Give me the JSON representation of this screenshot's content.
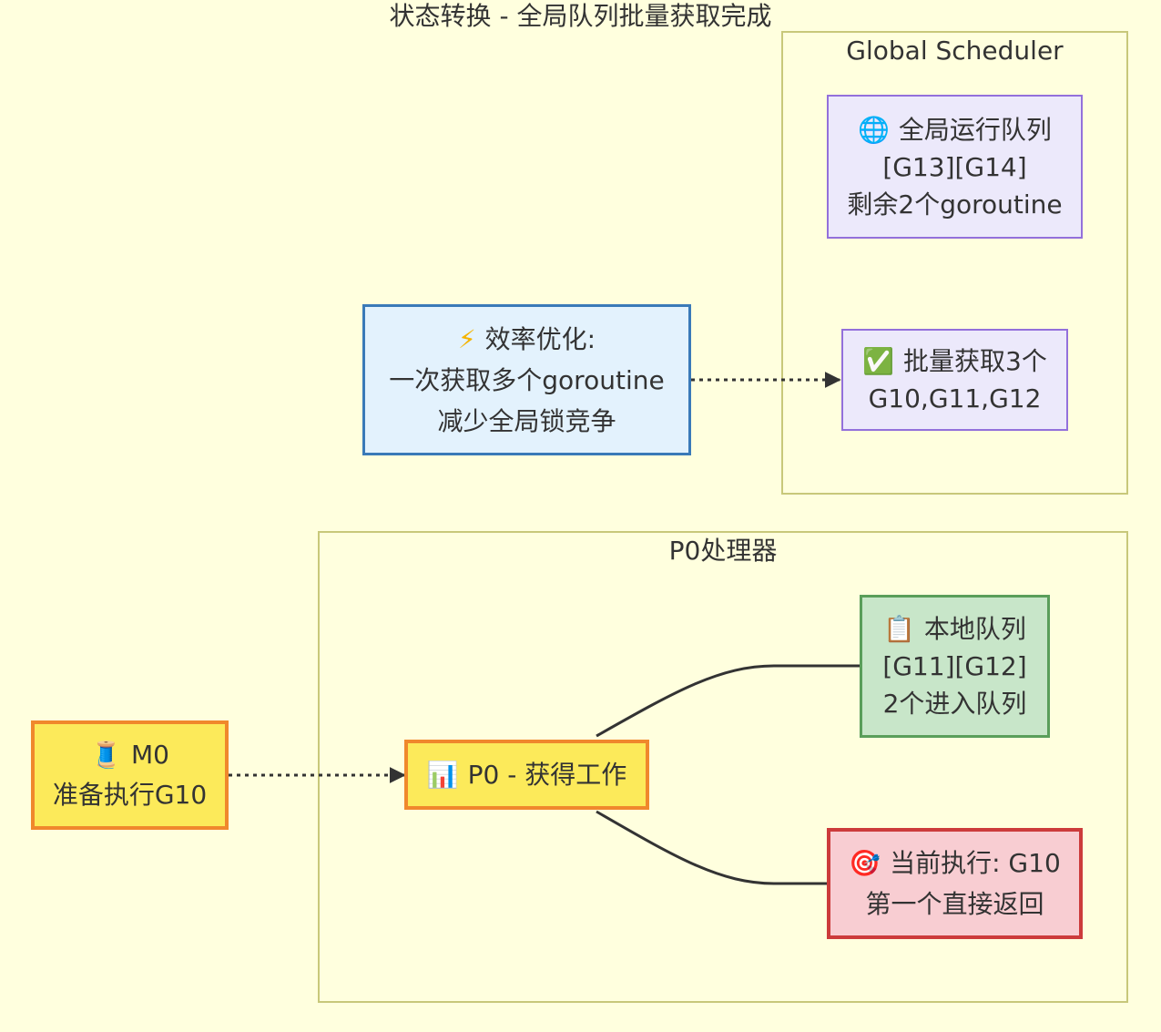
{
  "title": "状态转换 - 全局队列批量获取完成",
  "clusters": {
    "global": {
      "label": "Global Scheduler"
    },
    "p0": {
      "label": "P0处理器"
    }
  },
  "nodes": {
    "global_queue": {
      "icon": "🌐",
      "icon_name": "globe-icon",
      "lines": [
        "全局运行队列",
        "[G13][G14]",
        "剩余2个goroutine"
      ]
    },
    "batch": {
      "icon": "✅",
      "icon_name": "check-icon",
      "lines": [
        "批量获取3个",
        "G10,G11,G12"
      ]
    },
    "efficiency": {
      "icon": "⚡",
      "icon_name": "lightning-icon",
      "lines": [
        "效率优化:",
        "一次获取多个goroutine",
        "减少全局锁竞争"
      ]
    },
    "local_queue": {
      "icon": "📋",
      "icon_name": "clipboard-icon",
      "lines": [
        "本地队列",
        "[G11][G12]",
        "2个进入队列"
      ]
    },
    "p0": {
      "icon": "📊",
      "icon_name": "bar-chart-icon",
      "lines": [
        "P0 - 获得工作"
      ]
    },
    "current": {
      "icon": "🎯",
      "icon_name": "target-icon",
      "lines": [
        "当前执行: G10",
        "第一个直接返回"
      ]
    },
    "m0": {
      "icon": "🧵",
      "icon_name": "thread-icon",
      "lines": [
        "M0",
        "准备执行G10"
      ]
    }
  },
  "colors": {
    "background": "#ffffde",
    "cluster_border": "#c8c87a",
    "purple_fill": "#ece9fb",
    "purple_border": "#9370db",
    "blue_fill": "#e3f2fd",
    "blue_border": "#3a7ab8",
    "green_fill": "#c8e6c9",
    "green_border": "#5a9e5a",
    "yellow_fill": "#fcea5a",
    "orange_border": "#f0882c",
    "red_fill": "#f8cdd2",
    "red_border": "#cc3b3b",
    "edge": "#333333"
  }
}
